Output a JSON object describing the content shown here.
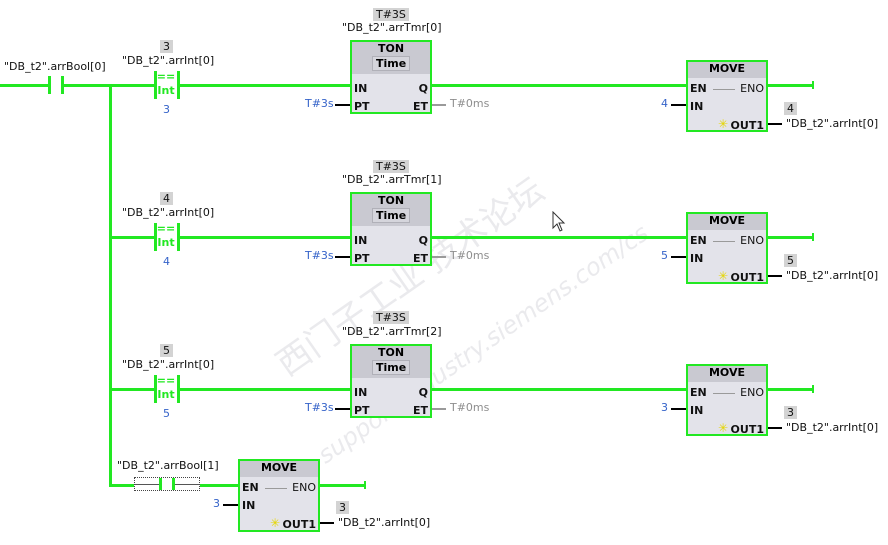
{
  "watermark": {
    "line1": "西门子工业 技术论坛",
    "line2": "support.industry.siemens.com/cs"
  },
  "main_contact": {
    "tag": "\"DB_t2\".arrBool[0]"
  },
  "rungs": [
    {
      "compare": {
        "value": "3",
        "tag": "\"DB_t2\".arrInt[0]",
        "operator": "==",
        "type": "Int",
        "operand": "3"
      },
      "timer": {
        "value": "T#3S",
        "instance": "\"DB_t2\".arrTmr[0]",
        "name": "TON",
        "type": "Time",
        "pins": {
          "in": "IN",
          "pt": "PT",
          "q": "Q",
          "et": "ET"
        },
        "pt_value": "T#3s",
        "et_value": "T#0ms"
      },
      "move": {
        "name": "MOVE",
        "en": "EN",
        "eno": "ENO",
        "in": "IN",
        "out": "OUT1",
        "in_value": "4",
        "out_value": "4",
        "out_tag": "\"DB_t2\".arrInt[0]"
      }
    },
    {
      "compare": {
        "value": "4",
        "tag": "\"DB_t2\".arrInt[0]",
        "operator": "==",
        "type": "Int",
        "operand": "4"
      },
      "timer": {
        "value": "T#3S",
        "instance": "\"DB_t2\".arrTmr[1]",
        "name": "TON",
        "type": "Time",
        "pins": {
          "in": "IN",
          "pt": "PT",
          "q": "Q",
          "et": "ET"
        },
        "pt_value": "T#3s",
        "et_value": "T#0ms"
      },
      "move": {
        "name": "MOVE",
        "en": "EN",
        "eno": "ENO",
        "in": "IN",
        "out": "OUT1",
        "in_value": "5",
        "out_value": "5",
        "out_tag": "\"DB_t2\".arrInt[0]"
      }
    },
    {
      "compare": {
        "value": "5",
        "tag": "\"DB_t2\".arrInt[0]",
        "operator": "==",
        "type": "Int",
        "operand": "5"
      },
      "timer": {
        "value": "T#3S",
        "instance": "\"DB_t2\".arrTmr[2]",
        "name": "TON",
        "type": "Time",
        "pins": {
          "in": "IN",
          "pt": "PT",
          "q": "Q",
          "et": "ET"
        },
        "pt_value": "T#3s",
        "et_value": "T#0ms"
      },
      "move": {
        "name": "MOVE",
        "en": "EN",
        "eno": "ENO",
        "in": "IN",
        "out": "OUT1",
        "in_value": "3",
        "out_value": "3",
        "out_tag": "\"DB_t2\".arrInt[0]"
      }
    }
  ],
  "reset_rung": {
    "contact_tag": "\"DB_t2\".arrBool[1]",
    "move": {
      "name": "MOVE",
      "en": "EN",
      "eno": "ENO",
      "in": "IN",
      "out": "OUT1",
      "in_value": "3",
      "out_value": "3",
      "out_tag": "\"DB_t2\".arrInt[0]"
    }
  },
  "colors": {
    "energized": "#22e822",
    "constant": "#3563c9",
    "inactive": "#8e8e8e"
  }
}
